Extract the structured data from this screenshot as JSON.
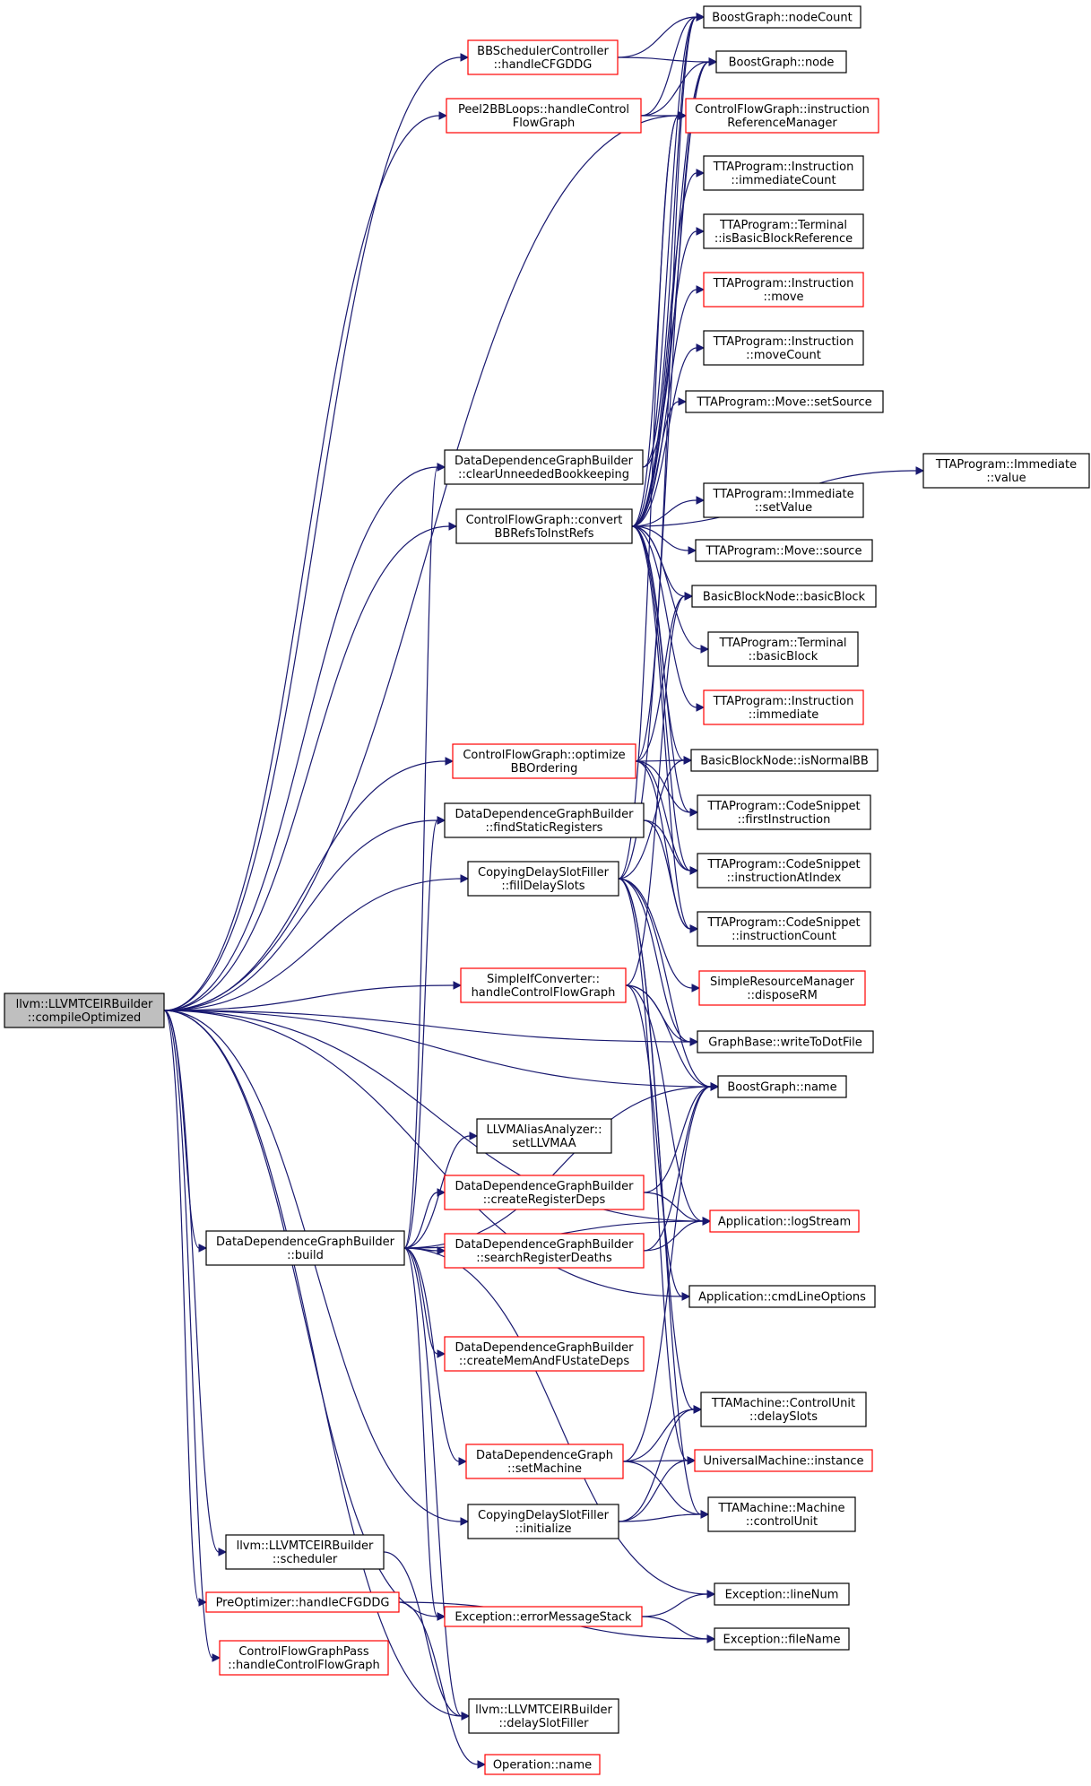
{
  "colors": {
    "edge": "#191970",
    "root_fill": "#bfbfbf",
    "normal_border": "#000000",
    "truncated_border": "#ff0000"
  },
  "nodes": [
    {
      "id": "n0",
      "lines": [
        "llvm::LLVMTCEIRBuilder",
        "::compileOptimized"
      ],
      "style": "root"
    },
    {
      "id": "n1",
      "lines": [
        "BBSchedulerController",
        "::handleCFGDDG"
      ],
      "style": "red"
    },
    {
      "id": "n2",
      "lines": [
        "Peel2BBLoops::handleControl",
        "FlowGraph"
      ],
      "style": "red"
    },
    {
      "id": "n3",
      "lines": [
        "DataDependenceGraphBuilder",
        "::clearUnneededBookkeeping"
      ],
      "style": "black"
    },
    {
      "id": "n4",
      "lines": [
        "ControlFlowGraph::convert",
        "BBRefsToInstRefs"
      ],
      "style": "black"
    },
    {
      "id": "n5",
      "lines": [
        "ControlFlowGraph::optimize",
        "BBOrdering"
      ],
      "style": "red"
    },
    {
      "id": "n6",
      "lines": [
        "DataDependenceGraphBuilder",
        "::findStaticRegisters"
      ],
      "style": "black"
    },
    {
      "id": "n7",
      "lines": [
        "CopyingDelaySlotFiller",
        "::fillDelaySlots"
      ],
      "style": "black"
    },
    {
      "id": "n8",
      "lines": [
        "SimpleIfConverter::",
        "handleControlFlowGraph"
      ],
      "style": "red"
    },
    {
      "id": "n9",
      "lines": [
        "DataDependenceGraphBuilder",
        "::build"
      ],
      "style": "black"
    },
    {
      "id": "n10",
      "lines": [
        "LLVMAliasAnalyzer::",
        "setLLVMAA"
      ],
      "style": "black"
    },
    {
      "id": "n11",
      "lines": [
        "DataDependenceGraphBuilder",
        "::createRegisterDeps"
      ],
      "style": "red"
    },
    {
      "id": "n12",
      "lines": [
        "DataDependenceGraphBuilder",
        "::searchRegisterDeaths"
      ],
      "style": "red"
    },
    {
      "id": "n13",
      "lines": [
        "DataDependenceGraphBuilder",
        "::createMemAndFUstateDeps"
      ],
      "style": "red"
    },
    {
      "id": "n14",
      "lines": [
        "DataDependenceGraph",
        "::setMachine"
      ],
      "style": "red"
    },
    {
      "id": "n15",
      "lines": [
        "CopyingDelaySlotFiller",
        "::initialize"
      ],
      "style": "black"
    },
    {
      "id": "n16",
      "lines": [
        "llvm::LLVMTCEIRBuilder",
        "::scheduler"
      ],
      "style": "black"
    },
    {
      "id": "n17",
      "lines": [
        "PreOptimizer::handleCFGDDG"
      ],
      "style": "red"
    },
    {
      "id": "n18",
      "lines": [
        "ControlFlowGraphPass",
        "::handleControlFlowGraph"
      ],
      "style": "red"
    },
    {
      "id": "n19",
      "lines": [
        "Exception::errorMessageStack"
      ],
      "style": "red"
    },
    {
      "id": "n20",
      "lines": [
        "llvm::LLVMTCEIRBuilder",
        "::delaySlotFiller"
      ],
      "style": "black"
    },
    {
      "id": "n21",
      "lines": [
        "Operation::name"
      ],
      "style": "red"
    },
    {
      "id": "n22",
      "lines": [
        "BoostGraph::nodeCount"
      ],
      "style": "black"
    },
    {
      "id": "n23",
      "lines": [
        "BoostGraph::node"
      ],
      "style": "black"
    },
    {
      "id": "n24",
      "lines": [
        "ControlFlowGraph::instruction",
        "ReferenceManager"
      ],
      "style": "red"
    },
    {
      "id": "n25",
      "lines": [
        "TTAProgram::Instruction",
        "::immediateCount"
      ],
      "style": "black"
    },
    {
      "id": "n26",
      "lines": [
        "TTAProgram::Terminal",
        "::isBasicBlockReference"
      ],
      "style": "black"
    },
    {
      "id": "n27",
      "lines": [
        "TTAProgram::Instruction",
        "::move"
      ],
      "style": "red"
    },
    {
      "id": "n28",
      "lines": [
        "TTAProgram::Instruction",
        "::moveCount"
      ],
      "style": "black"
    },
    {
      "id": "n29",
      "lines": [
        "TTAProgram::Move::setSource"
      ],
      "style": "black"
    },
    {
      "id": "n30",
      "lines": [
        "TTAProgram::Immediate",
        "::setValue"
      ],
      "style": "black"
    },
    {
      "id": "n31",
      "lines": [
        "TTAProgram::Immediate",
        "::value"
      ],
      "style": "black"
    },
    {
      "id": "n32",
      "lines": [
        "TTAProgram::Move::source"
      ],
      "style": "black"
    },
    {
      "id": "n33",
      "lines": [
        "BasicBlockNode::basicBlock"
      ],
      "style": "black"
    },
    {
      "id": "n34",
      "lines": [
        "TTAProgram::Terminal",
        "::basicBlock"
      ],
      "style": "black"
    },
    {
      "id": "n35",
      "lines": [
        "TTAProgram::Instruction",
        "::immediate"
      ],
      "style": "red"
    },
    {
      "id": "n36",
      "lines": [
        "BasicBlockNode::isNormalBB"
      ],
      "style": "black"
    },
    {
      "id": "n37",
      "lines": [
        "TTAProgram::CodeSnippet",
        "::firstInstruction"
      ],
      "style": "black"
    },
    {
      "id": "n38",
      "lines": [
        "TTAProgram::CodeSnippet",
        "::instructionAtIndex"
      ],
      "style": "black"
    },
    {
      "id": "n39",
      "lines": [
        "TTAProgram::CodeSnippet",
        "::instructionCount"
      ],
      "style": "black"
    },
    {
      "id": "n40",
      "lines": [
        "SimpleResourceManager",
        "::disposeRM"
      ],
      "style": "red"
    },
    {
      "id": "n41",
      "lines": [
        "GraphBase::writeToDotFile"
      ],
      "style": "black"
    },
    {
      "id": "n42",
      "lines": [
        "BoostGraph::name"
      ],
      "style": "black"
    },
    {
      "id": "n43",
      "lines": [
        "Application::logStream"
      ],
      "style": "red"
    },
    {
      "id": "n44",
      "lines": [
        "Application::cmdLineOptions"
      ],
      "style": "black"
    },
    {
      "id": "n45",
      "lines": [
        "TTAMachine::ControlUnit",
        "::delaySlots"
      ],
      "style": "black"
    },
    {
      "id": "n46",
      "lines": [
        "UniversalMachine::instance"
      ],
      "style": "red"
    },
    {
      "id": "n47",
      "lines": [
        "TTAMachine::Machine",
        "::controlUnit"
      ],
      "style": "black"
    },
    {
      "id": "n48",
      "lines": [
        "Exception::lineNum"
      ],
      "style": "black"
    },
    {
      "id": "n49",
      "lines": [
        "Exception::fileName"
      ],
      "style": "black"
    }
  ],
  "edges": [
    [
      "n0",
      "n1"
    ],
    [
      "n0",
      "n2"
    ],
    [
      "n0",
      "n3"
    ],
    [
      "n0",
      "n4"
    ],
    [
      "n0",
      "n5"
    ],
    [
      "n0",
      "n6"
    ],
    [
      "n0",
      "n7"
    ],
    [
      "n0",
      "n8"
    ],
    [
      "n0",
      "n9"
    ],
    [
      "n0",
      "n15"
    ],
    [
      "n0",
      "n16"
    ],
    [
      "n0",
      "n17"
    ],
    [
      "n0",
      "n18"
    ],
    [
      "n0",
      "n19"
    ],
    [
      "n0",
      "n20"
    ],
    [
      "n0",
      "n24"
    ],
    [
      "n0",
      "n41"
    ],
    [
      "n0",
      "n42"
    ],
    [
      "n0",
      "n43"
    ],
    [
      "n0",
      "n44"
    ],
    [
      "n1",
      "n22"
    ],
    [
      "n1",
      "n23"
    ],
    [
      "n2",
      "n22"
    ],
    [
      "n2",
      "n23"
    ],
    [
      "n2",
      "n24"
    ],
    [
      "n3",
      "n22"
    ],
    [
      "n3",
      "n23"
    ],
    [
      "n4",
      "n22"
    ],
    [
      "n4",
      "n23"
    ],
    [
      "n4",
      "n24"
    ],
    [
      "n4",
      "n25"
    ],
    [
      "n4",
      "n26"
    ],
    [
      "n4",
      "n27"
    ],
    [
      "n4",
      "n28"
    ],
    [
      "n4",
      "n29"
    ],
    [
      "n4",
      "n30"
    ],
    [
      "n4",
      "n31"
    ],
    [
      "n4",
      "n32"
    ],
    [
      "n4",
      "n33"
    ],
    [
      "n4",
      "n34"
    ],
    [
      "n4",
      "n35"
    ],
    [
      "n4",
      "n36"
    ],
    [
      "n4",
      "n37"
    ],
    [
      "n4",
      "n38"
    ],
    [
      "n4",
      "n39"
    ],
    [
      "n5",
      "n22"
    ],
    [
      "n5",
      "n33"
    ],
    [
      "n5",
      "n36"
    ],
    [
      "n5",
      "n37"
    ],
    [
      "n5",
      "n38"
    ],
    [
      "n5",
      "n39"
    ],
    [
      "n6",
      "n38"
    ],
    [
      "n6",
      "n39"
    ],
    [
      "n7",
      "n23"
    ],
    [
      "n7",
      "n24"
    ],
    [
      "n7",
      "n36"
    ],
    [
      "n7",
      "n40"
    ],
    [
      "n7",
      "n41"
    ],
    [
      "n7",
      "n42"
    ],
    [
      "n7",
      "n45"
    ],
    [
      "n7",
      "n46"
    ],
    [
      "n7",
      "n47"
    ],
    [
      "n8",
      "n33"
    ],
    [
      "n8",
      "n41"
    ],
    [
      "n8",
      "n42"
    ],
    [
      "n8",
      "n43"
    ],
    [
      "n8",
      "n44"
    ],
    [
      "n9",
      "n3"
    ],
    [
      "n9",
      "n6"
    ],
    [
      "n9",
      "n10"
    ],
    [
      "n9",
      "n11"
    ],
    [
      "n9",
      "n12"
    ],
    [
      "n9",
      "n13"
    ],
    [
      "n9",
      "n14"
    ],
    [
      "n9",
      "n19"
    ],
    [
      "n9",
      "n20"
    ],
    [
      "n9",
      "n42"
    ],
    [
      "n9",
      "n43"
    ],
    [
      "n9",
      "n48"
    ],
    [
      "n11",
      "n42"
    ],
    [
      "n11",
      "n43"
    ],
    [
      "n12",
      "n42"
    ],
    [
      "n12",
      "n43"
    ],
    [
      "n14",
      "n42"
    ],
    [
      "n14",
      "n45"
    ],
    [
      "n14",
      "n46"
    ],
    [
      "n14",
      "n47"
    ],
    [
      "n15",
      "n45"
    ],
    [
      "n15",
      "n46"
    ],
    [
      "n15",
      "n47"
    ],
    [
      "n16",
      "n20"
    ],
    [
      "n17",
      "n21"
    ],
    [
      "n17",
      "n49"
    ],
    [
      "n19",
      "n48"
    ],
    [
      "n19",
      "n49"
    ]
  ]
}
